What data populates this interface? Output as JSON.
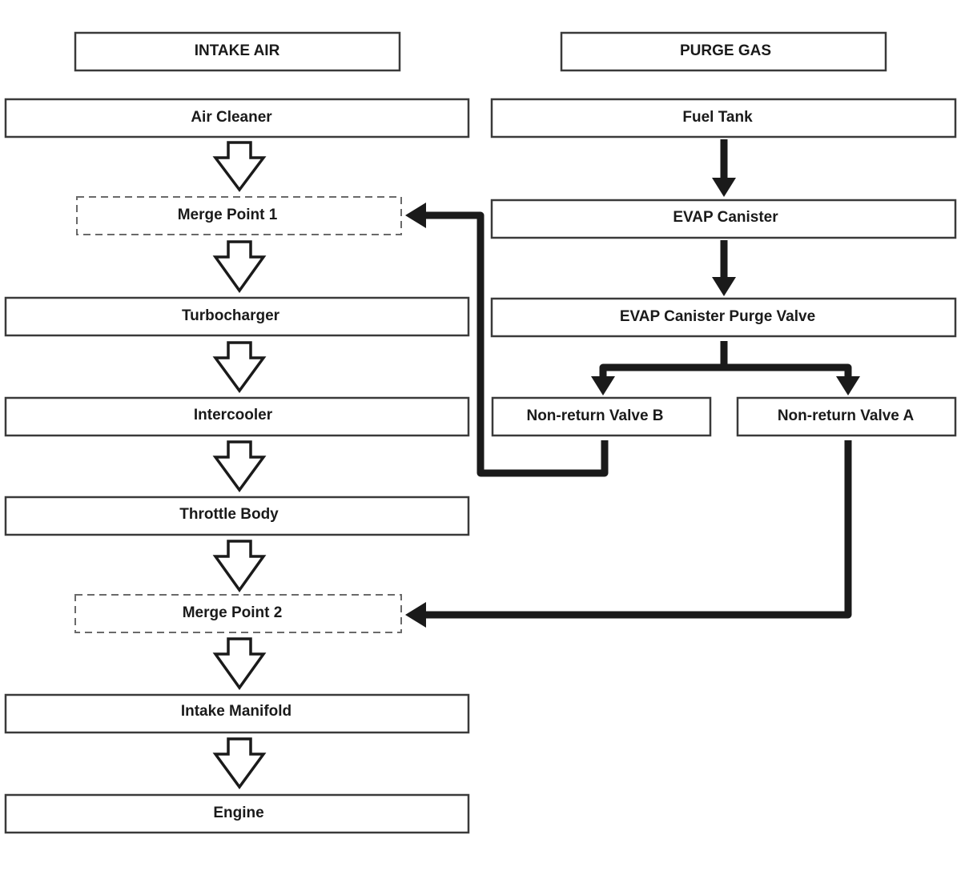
{
  "headers": {
    "intake": "INTAKE AIR",
    "purge": "PURGE GAS"
  },
  "intake_path": {
    "air_cleaner": "Air Cleaner",
    "merge_point_1": "Merge Point 1",
    "turbocharger": "Turbocharger",
    "intercooler": "Intercooler",
    "throttle_body": "Throttle Body",
    "merge_point_2": "Merge Point 2",
    "intake_manifold": "Intake Manifold",
    "engine": "Engine"
  },
  "purge_path": {
    "fuel_tank": "Fuel Tank",
    "evap_canister": "EVAP Canister",
    "purge_valve": "EVAP Canister Purge Valve",
    "valve_b": "Non-return Valve B",
    "valve_a": "Non-return Valve A"
  }
}
